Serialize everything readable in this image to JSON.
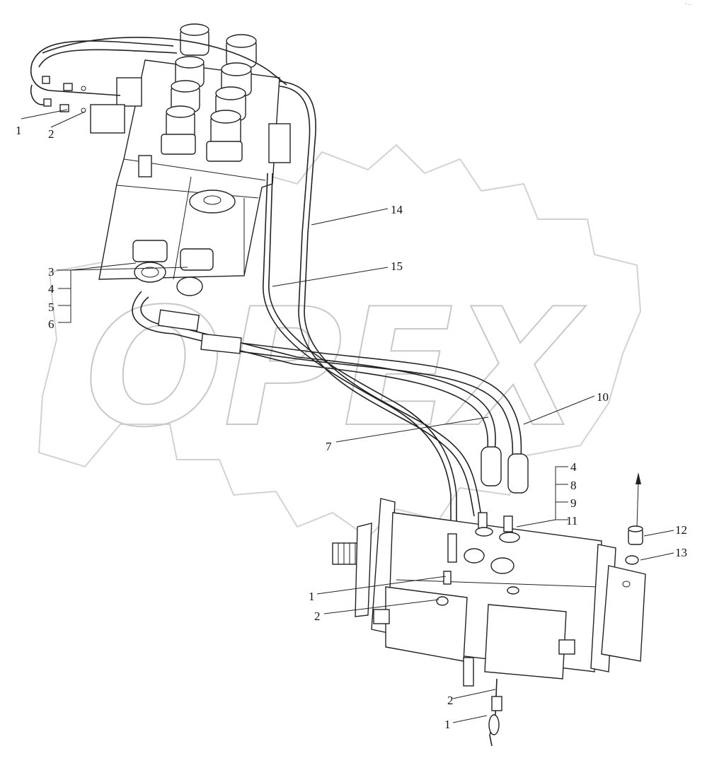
{
  "watermark": "OPEX",
  "corner_mark": "° —",
  "callouts": {
    "c1": "1",
    "c2": "2",
    "c3": "3",
    "c4": "4",
    "c5": "5",
    "c6": "6",
    "c14": "14",
    "c15": "15",
    "c10": "10",
    "c7": "7",
    "c4b": "4",
    "c8": "8",
    "c9": "9",
    "c11": "11",
    "c12": "12",
    "c13": "13",
    "c1b": "1",
    "c2b": "2",
    "c2c": "2",
    "c1c": "1"
  }
}
